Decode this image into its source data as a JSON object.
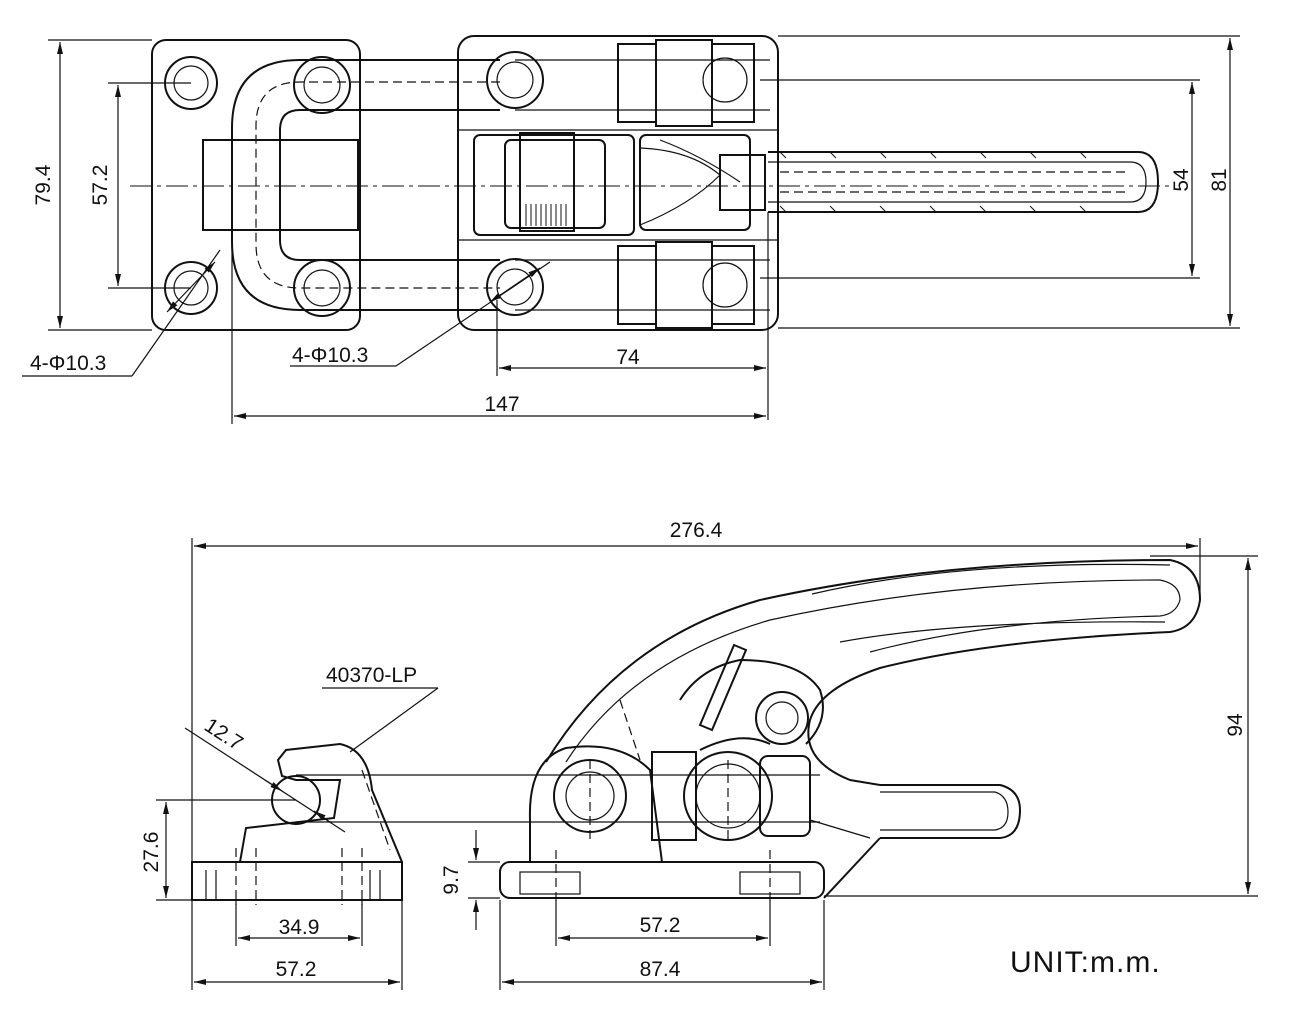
{
  "top_view": {
    "dim_height_outer": "79.4",
    "dim_height_inner": "57.2",
    "dim_right_inner": "54",
    "dim_right_outer": "81",
    "dim_width_74": "74",
    "dim_width_147": "147",
    "hole_callout_left": "4-Φ10.3",
    "hole_callout_right": "4-Φ10.3"
  },
  "side_view": {
    "dim_total_length": "276.4",
    "dim_total_height": "94",
    "part_label": "40370-LP",
    "dim_radius": "12.7",
    "dim_catch_height": "27.6",
    "dim_catch_holes": "34.9",
    "dim_catch_base": "57.2",
    "dim_base_height": "9.7",
    "dim_base_holes": "57.2",
    "dim_base_length": "87.4"
  },
  "unit_label": "UNIT:m.m."
}
